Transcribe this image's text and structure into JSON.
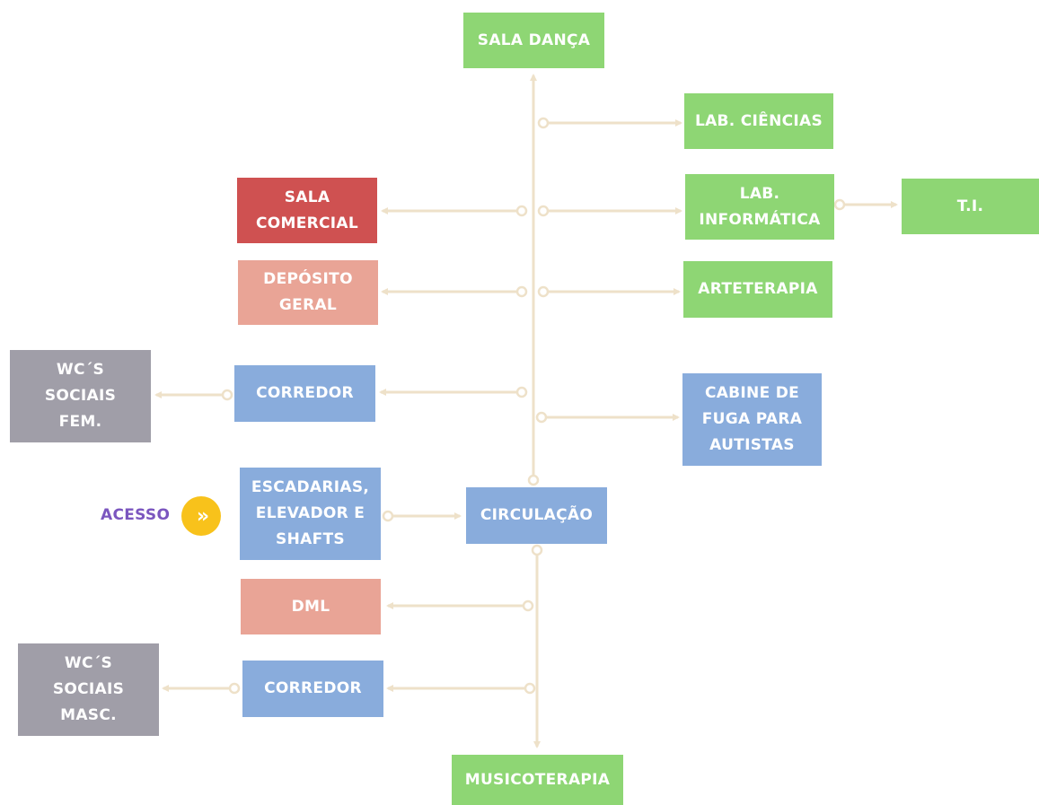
{
  "nodes": {
    "sala_danca": "SALA DANÇA",
    "lab_ciencias": "LAB. CIÊNCIAS",
    "sala_comercial": "SALA\nCOMERCIAL",
    "lab_informatica": "LAB.\nINFORMÁTICA",
    "ti": "T.I.",
    "deposito_geral": "DEPÓSITO\nGERAL",
    "arteterapia": "ARTETERAPIA",
    "wc_fem": "WC´S\nSOCIAIS\nFEM.",
    "corredor_top": "CORREDOR",
    "cabine_fuga": "CABINE DE\nFUGA PARA\nAUTISTAS",
    "escadarias": "ESCADARIAS,\nELEVADOR E\nSHAFTS",
    "circulacao": "CIRCULAÇÃO",
    "dml": "DML",
    "wc_masc": "WC´S\nSOCIAIS\nMASC.",
    "corredor_bottom": "CORREDOR",
    "musicoterapia": "MUSICOTERAPIA"
  },
  "access": {
    "label": "ACESSO",
    "icon": "double-chevron-right-icon",
    "icon_glyph": "»"
  },
  "colors": {
    "green": "#8ed674",
    "red": "#cf5151",
    "salmon": "#e9a496",
    "blue": "#89acdc",
    "gray": "#a09ea8",
    "connector": "#eee1c9",
    "access_label": "#7b56bf",
    "access_icon": "#f8c21b"
  }
}
